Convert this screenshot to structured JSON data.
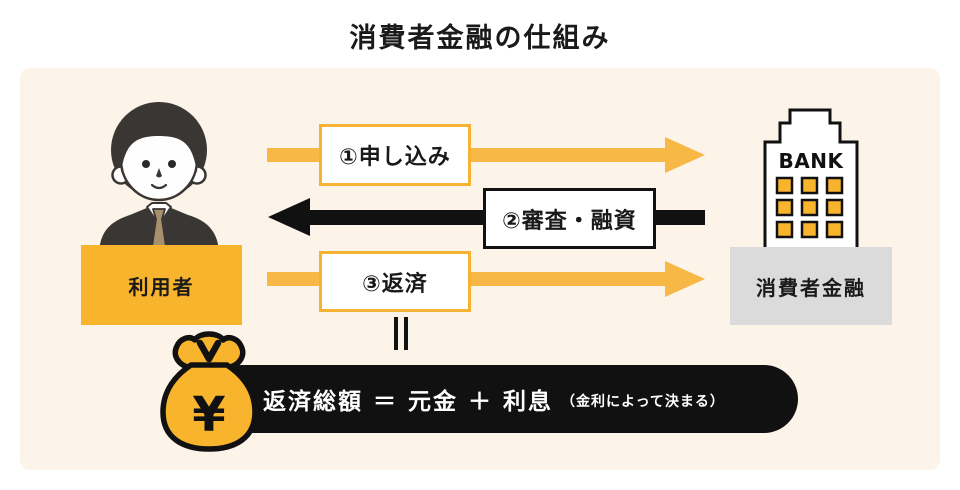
{
  "title": "消費者金融の仕組み",
  "colors": {
    "page_bg": "#FFFFFF",
    "panel_bg": "#FCF3E9",
    "accent_yellow": "#F8B42D",
    "arrow_yellow": "#F7B845",
    "black": "#111111",
    "gray_label": "#DBDBDB",
    "tie_brown": "#A8906E"
  },
  "actors": {
    "user": {
      "label": "利用者",
      "icon": "businessman-illustration"
    },
    "lender": {
      "label": "消費者金融",
      "icon": "bank-building-illustration",
      "building_sign": "BANK"
    }
  },
  "flows": [
    {
      "step": "①申し込み",
      "direction": "right",
      "style": "yellow"
    },
    {
      "step": "②審査・融資",
      "direction": "left",
      "style": "black"
    },
    {
      "step": "③返済",
      "direction": "right",
      "style": "yellow"
    }
  ],
  "equation": {
    "equals_symbol": "‖",
    "formula": "返済総額 ＝ 元金 ＋ 利息",
    "note": "（金利によって決まる）",
    "currency_symbol": "¥",
    "icon": "money-bag-icon"
  }
}
